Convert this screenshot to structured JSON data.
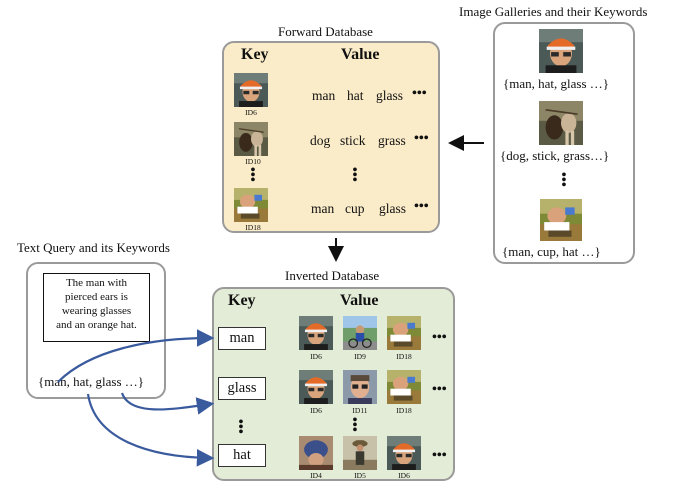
{
  "forward_db": {
    "title": "Forward Database",
    "key_header": "Key",
    "value_header": "Value",
    "rows": [
      {
        "id": "ID6",
        "keywords": [
          "man",
          "hat",
          "glass"
        ]
      },
      {
        "id": "ID10",
        "keywords": [
          "dog",
          "stick",
          "grass"
        ]
      },
      {
        "id": "ID18",
        "keywords": [
          "man",
          "cup",
          "glass"
        ]
      }
    ],
    "ellipsis": "•••",
    "vertical_ellipsis": "•"
  },
  "gallery": {
    "title": "Image Galleries and their Keywords",
    "items": [
      {
        "keywords": "{man, hat, glass …}"
      },
      {
        "keywords": "{dog, stick, grass…}"
      },
      {
        "keywords": "{man, cup, hat …}"
      }
    ]
  },
  "text_query": {
    "title": "Text Query and its Keywords",
    "sentence_lines": [
      "The man with",
      "pierced ears is",
      "wearing glasses",
      "and an orange hat."
    ],
    "keywords": "{man, hat, glass …}"
  },
  "inverted_db": {
    "title": "Inverted Database",
    "key_header": "Key",
    "value_header": "Value",
    "rows": [
      {
        "key": "man",
        "ids": [
          "ID6",
          "ID9",
          "ID18"
        ]
      },
      {
        "key": "glass",
        "ids": [
          "ID6",
          "ID11",
          "ID18"
        ]
      },
      {
        "key": "hat",
        "ids": [
          "ID4",
          "ID5",
          "ID6"
        ]
      }
    ],
    "ellipsis": "•••"
  },
  "colors": {
    "forward_panel": "#fbecc9",
    "inverted_panel": "#e3ecd6",
    "arrow_blue": "#3a5a9e",
    "panel_border": "#9a9a9a"
  }
}
